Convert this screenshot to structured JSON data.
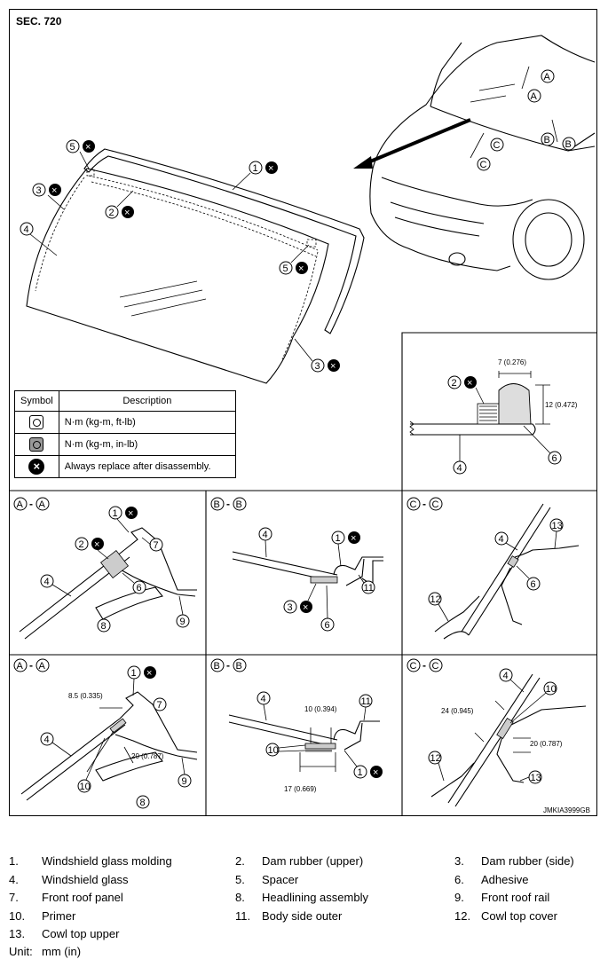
{
  "section": "SEC. 720",
  "image_code": "JMKIA3999GB",
  "symbol_table": {
    "header_symbol": "Symbol",
    "header_description": "Description",
    "rows": [
      {
        "icon": "torque-wrench-icon",
        "description": "N·m (kg-m, ft-lb)"
      },
      {
        "icon": "torque-wrench-small-icon",
        "description": "N·m (kg-m, in-lb)"
      },
      {
        "icon": "replace-x-icon",
        "description": "Always replace after disassembly."
      }
    ]
  },
  "callouts": {
    "n1": "1",
    "n2": "2",
    "n3": "3",
    "n4": "4",
    "n5": "5",
    "n6": "6",
    "n7": "7",
    "n8": "8",
    "n9": "9",
    "n10": "10",
    "n11": "11",
    "n12": "12",
    "n13": "13"
  },
  "section_letters": {
    "A": "A",
    "B": "B",
    "C": "C"
  },
  "dimensions": {
    "d_7": "7 (0.276)",
    "d_12": "12 (0.472)",
    "d_8_5": "8.5 (0.335)",
    "d_20a": "20 (0.787)",
    "d_10": "10 (0.394)",
    "d_17": "17 (0.669)",
    "d_24": "24 (0.945)",
    "d_20b": "20 (0.787)"
  },
  "legend": [
    {
      "num": "1.",
      "label": "Windshield glass molding"
    },
    {
      "num": "2.",
      "label": "Dam rubber (upper)"
    },
    {
      "num": "3.",
      "label": "Dam rubber (side)"
    },
    {
      "num": "4.",
      "label": "Windshield glass"
    },
    {
      "num": "5.",
      "label": "Spacer"
    },
    {
      "num": "6.",
      "label": "Adhesive"
    },
    {
      "num": "7.",
      "label": "Front roof panel"
    },
    {
      "num": "8.",
      "label": "Headlining assembly"
    },
    {
      "num": "9.",
      "label": "Front roof rail"
    },
    {
      "num": "10.",
      "label": "Primer"
    },
    {
      "num": "11.",
      "label": "Body side outer"
    },
    {
      "num": "12.",
      "label": "Cowl top cover"
    },
    {
      "num": "13.",
      "label": "Cowl top upper"
    }
  ],
  "unit": {
    "label": "Unit:",
    "value": "mm (in)"
  }
}
